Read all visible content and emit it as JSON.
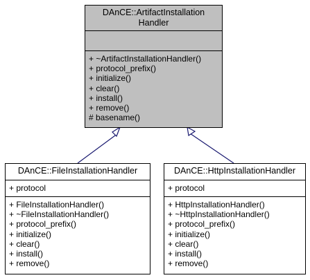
{
  "base_class": {
    "title_line1": "DAnCE::ArtifactInstallation",
    "title_line2": "Handler",
    "attributes": [],
    "methods": [
      "+ ~ArtifactInstallationHandler()",
      "+ protocol_prefix()",
      "+ initialize()",
      "+ clear()",
      "+ install()",
      "+ remove()",
      "# basename()"
    ]
  },
  "derived_classes": [
    {
      "title": "DAnCE::FileInstallationHandler",
      "attributes": [
        "+ protocol"
      ],
      "methods": [
        "+ FileInstallationHandler()",
        "+ ~FileInstallationHandler()",
        "+ protocol_prefix()",
        "+ initialize()",
        "+ clear()",
        "+ install()",
        "+ remove()"
      ]
    },
    {
      "title": "DAnCE::HttpInstallationHandler",
      "attributes": [
        "+ protocol"
      ],
      "methods": [
        "+ HttpInstallationHandler()",
        "+ ~HttpInstallationHandler()",
        "+ protocol_prefix()",
        "+ initialize()",
        "+ clear()",
        "+ install()",
        "+ remove()"
      ]
    }
  ],
  "colors": {
    "base_fill": "#bfbfbf",
    "edge": "#191970"
  }
}
